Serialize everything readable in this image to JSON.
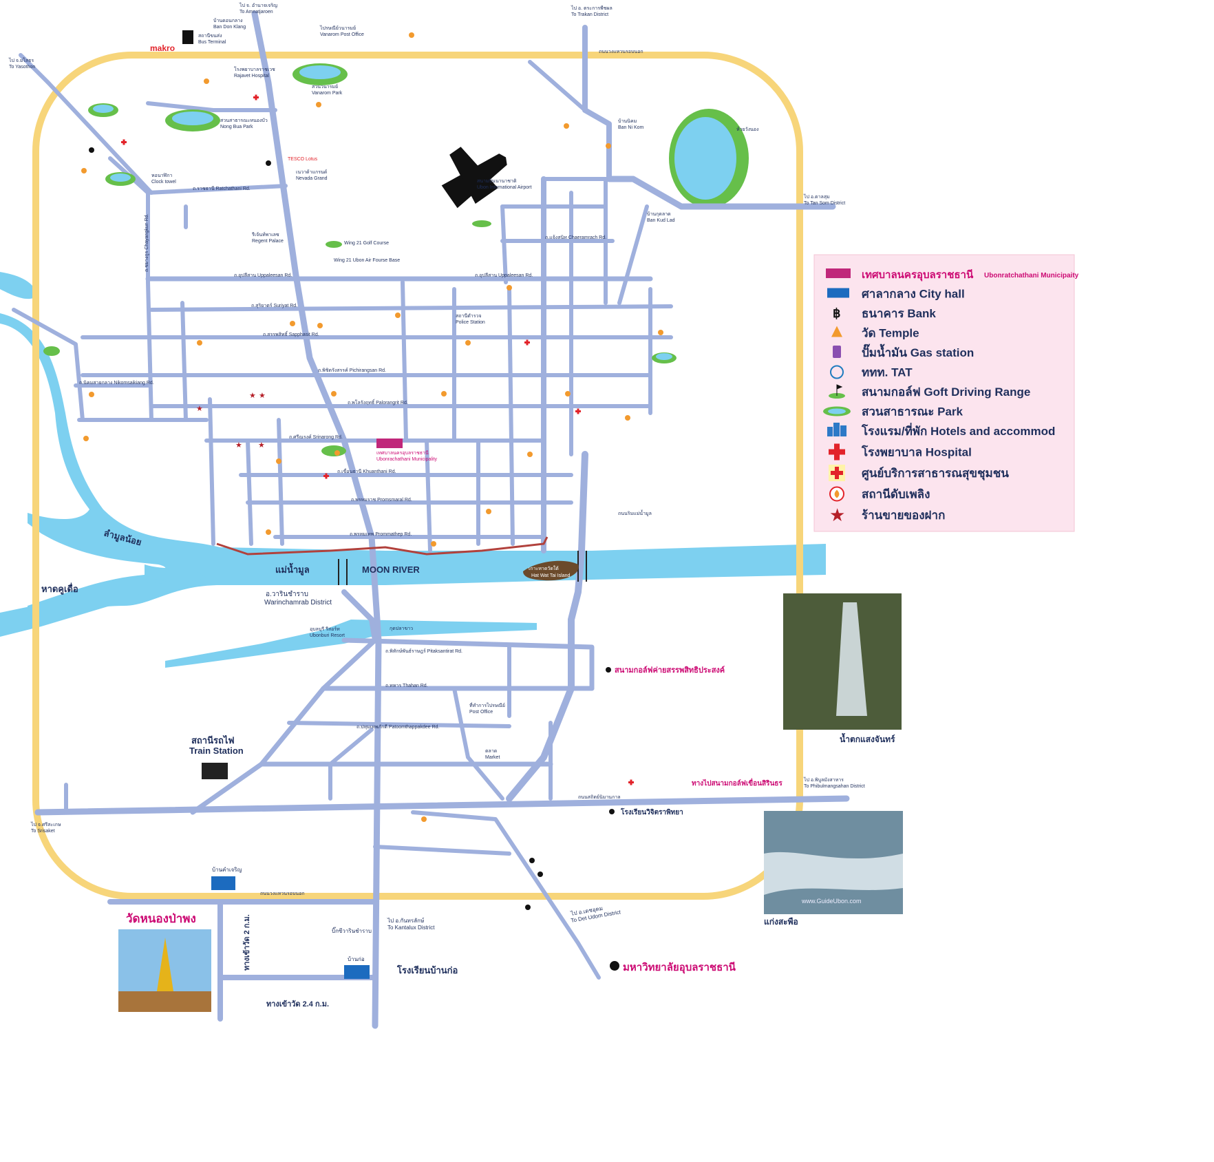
{
  "map": {
    "ring_road_top": "ถนนวงแหวนรอบนอก",
    "ring_road_bottom": "ถนนวงแหวนรอบนอก",
    "river_name_th": "แม่น้ำมูล",
    "river_name_en": "MOON RIVER",
    "tributary": "ลำมูลน้อย",
    "stream": "กุดปลาขาว",
    "island": "เกาะหาดวัดใต้",
    "island_en": "Hat Wat Tai Island",
    "beach": "หาดคูเดื่อ",
    "district_th": "อ.วารินชำราบ",
    "district_en": "Warinchamrab District",
    "train_station_th": "สถานีรถไฟ",
    "train_station_en": "Train Station",
    "airport_th": "สนามบินนานาชาติ",
    "airport_en": "Ubon International Airport",
    "makro": "makro",
    "tesco": "TESCO Lotus",
    "city_hall_label": "เทศบาลนครอุบลราชธานี",
    "city_hall_en": "Ubonrachathani Municipality",
    "directions": {
      "amnat": "ไป จ. อำนาจเจริญ",
      "amnat_en": "To Amnatjaroen",
      "yasothon": "ไป จ.ยโสธร",
      "yasothon_en": "To Yasothon",
      "trakan": "ไป อ. ตระการพืชผล",
      "trakan_en": "To Trakan District",
      "tansom": "ไป อ.ตาลสุม",
      "tansom_en": "To Tan Som District",
      "phibun": "ไป อ.พิบูลมังสาหาร",
      "phibun_en": "To Phibulmangsahan District",
      "srisaket": "ไป จ.ศรีสะเกษ",
      "srisaket_en": "To Srisaket",
      "kantalux": "ไป อ.กันทรลักษ์",
      "kantalux_en": "To Kantalux District",
      "detudom": "ไป อ.เดชอุดม",
      "detudom_en": "To Det Udom District"
    },
    "places": {
      "bus_terminal": "สถานีขนส่ง",
      "bus_terminal_en": "Bus Terminal",
      "ban_don_klang": "บ้านดอนกลาง",
      "ban_don_klang_en": "Ban Don Klang",
      "vanarom_post": "ไปรษณีย์วนารมย์",
      "vanarom_post_en": "Vanarom Post Office",
      "vanarom_park": "สวนวนารมย์",
      "vanarom_park_en": "Vanarom Park",
      "nong_bua_park": "สวนสาธารณะหนองบัว",
      "nong_bua_park_en": "Nong Bua Park",
      "rajavet": "โรงพยาบาลราชเวช",
      "rajavet_en": "Rajavet Hospital",
      "regent": "รีเจ้นท์พาเลซ",
      "regent_en": "Regent Palace",
      "nevada": "เนวาด้าแกรนด์",
      "nevada_en": "Nevada Grand",
      "wing21": "Wing 21 Golf Course",
      "wing21_base": "Wing 21 Ubon Air Fourse Base",
      "ni_kom": "บ้านนิคม",
      "ni_kom_en": "Ban Ni Kom",
      "huai_wang_nong": "ห้วยวังนอง",
      "kud_lad": "บ้านกุดลาด",
      "kud_lad_en": "Ban Kud Lad",
      "police": "สถานีตำรวจ",
      "police_en": "Police Station",
      "post_office": "ที่ทำการไปรษณีย์",
      "post_office_en": "Post Office",
      "market": "ตลาด",
      "market_en": "Market",
      "ubonburi": "อุบลบุรี รีสอร์ท",
      "ubonburi_en": "Ubonburi Resort",
      "clock_tower": "หอนาฬิกา",
      "clock_tower_en": "Clock towel",
      "university": "มหาวิทยาลัยอุบลราชธานี",
      "golf_range": "สนามกอล์ฟค่ายสรรพสิทธิประสงค์",
      "golf_link": "ทางไปสนามกอล์ฟเขื่อนสิรินธร",
      "school_warin": "โรงเรียนวิจิตราพิทยา",
      "ban_kho": "บ้านก่อ",
      "ban_kham_charoen": "บ้านคำเจริญ",
      "school_ban_kho": "โรงเรียนบ้านก่อ",
      "temple_nong_pa_phong": "วัดหนองป่าพง",
      "road_in_2km": "ทางเข้าวัด 2 ก.ม.",
      "road_in_24km": "ทางเข้าวัด 2.4 ก.ม.",
      "waterfall": "น้ำตกแสงจันทร์",
      "kaeng_sapue": "แก่งสะพือ",
      "watermark": "www.GuideUbon.com",
      "big_c": "บิ๊กซีวารินชำราบ",
      "mun_river_park": "ถนนริมแม่น้ำมูล"
    },
    "roads": {
      "uppalisan": "ถ.อุปลีสาน Uppaleesan Rd.",
      "uppalisan2": "ถ.อุปลีสาน Uppaleesan Rd.",
      "suriyat": "ถ.สุริยาตร์ Suriyat Rd.",
      "sapphasit": "ถ.สรรพสิทธิ์ Sapphasit Rd.",
      "pichirangsan": "ถ.พิชิตรังสรรค์ Pichirangsan Rd.",
      "palorangrit": "ถ.พโลรังฤทธิ์ Palorangrit Rd.",
      "srinarong": "ถ.ศรีณรงค์ Srinarong Rd.",
      "khuanthani": "ถ.เขื่อนธานี Khuanthani Rd.",
      "prommathep": "ถ.พรหมราช Promsmaral Rd.",
      "prommathep2": "ถ.พรหมเทพ Prommathep Rd.",
      "ratchathani": "ถ.ราชธานี Ratchathani Rd.",
      "chayangkun": "ถ.ชยางกูร Chayangkun Rd.",
      "nikomsaikiang": "ถ.นิคมสายกลาง Nikomsaikiang Rd.",
      "chaeramrach": "ถ.แจ้งสนิท Chaeramrach Rd.",
      "pitaksantirat": "ถ.พิทักษ์พันธ์ราษฎร์ Pitaksantirat Rd.",
      "thahan": "ถ.ทหาร Thahan Rd.",
      "patoomthep": "ถ.ปทุมเทพภักดี Patoomthappakdee Rd.",
      "sathit": "ถนนสถิตย์นิมานกาล"
    }
  },
  "legend": {
    "items": [
      {
        "icon": "municipality-icon",
        "label": "เทศบาลนครอุบลราชธานี",
        "sub": "Ubonratchathani Municipaity"
      },
      {
        "icon": "city-hall-icon",
        "label": "ศาลากลาง City hall",
        "sub": ""
      },
      {
        "icon": "bank-icon",
        "label": "ธนาคาร Bank",
        "sub": ""
      },
      {
        "icon": "temple-icon",
        "label": "วัด Temple",
        "sub": ""
      },
      {
        "icon": "gas-station-icon",
        "label": "ปั๊มน้ำมัน Gas station",
        "sub": ""
      },
      {
        "icon": "tat-icon",
        "label": "ททท. TAT",
        "sub": ""
      },
      {
        "icon": "golf-icon",
        "label": "สนามกอล์ฟ Goft Driving Range",
        "sub": ""
      },
      {
        "icon": "park-icon",
        "label": "สวนสาธารณะ Park",
        "sub": ""
      },
      {
        "icon": "hotel-icon",
        "label": "โรงแรม/ที่พัก Hotels and accommod",
        "sub": ""
      },
      {
        "icon": "hospital-icon",
        "label": "โรงพยาบาล Hospital",
        "sub": ""
      },
      {
        "icon": "health-center-icon",
        "label": "ศูนย์บริการสาธารณสุขชุมชน",
        "sub": ""
      },
      {
        "icon": "fire-station-icon",
        "label": "สถานีดับเพลิง",
        "sub": ""
      },
      {
        "icon": "souvenir-icon",
        "label": "ร้านขายของฝาก",
        "sub": ""
      }
    ]
  },
  "colors": {
    "ring_road": "#f7d57a",
    "road": "#9fb0dd",
    "river": "#7dd0f0",
    "legend_bg": "#fce4ee",
    "accent_pink": "#cc0a73",
    "hospital_red": "#e2232a"
  }
}
